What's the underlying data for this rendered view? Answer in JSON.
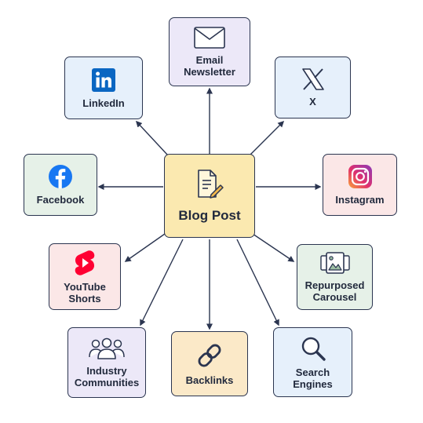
{
  "center": {
    "label": "Blog Post",
    "icon": "document-edit-icon",
    "color": "#fbe9b0"
  },
  "channels": [
    {
      "id": "email",
      "label": "Email\nNewsletter",
      "icon": "envelope-icon",
      "color": "#ece8f8"
    },
    {
      "id": "x",
      "label": "X",
      "icon": "x-logo-icon",
      "color": "#e6f0fb"
    },
    {
      "id": "instagram",
      "label": "Instagram",
      "icon": "instagram-logo-icon",
      "color": "#fbe7e7"
    },
    {
      "id": "carousel",
      "label": "Repurposed\nCarousel",
      "icon": "carousel-slides-icon",
      "color": "#e6f1e8"
    },
    {
      "id": "search",
      "label": "Search\nEngines",
      "icon": "magnifier-icon",
      "color": "#e6f0fb"
    },
    {
      "id": "backlinks",
      "label": "Backlinks",
      "icon": "chain-link-icon",
      "color": "#fbe9c8"
    },
    {
      "id": "communities",
      "label": "Industry\nCommunities",
      "icon": "people-group-icon",
      "color": "#ece8f8"
    },
    {
      "id": "youtube",
      "label": "YouTube\nShorts",
      "icon": "youtube-shorts-icon",
      "color": "#fbe7e7"
    },
    {
      "id": "facebook",
      "label": "Facebook",
      "icon": "facebook-logo-icon",
      "color": "#e6f1e8"
    },
    {
      "id": "linkedin",
      "label": "LinkedIn",
      "icon": "linkedin-logo-icon",
      "color": "#e6f0fb"
    }
  ],
  "colors": {
    "stroke": "#2b3550",
    "text": "#222a3d",
    "linkedin": "#0a66c2",
    "facebook": "#1877f2",
    "youtube": "#ff0033",
    "instagram": "#d62976"
  }
}
